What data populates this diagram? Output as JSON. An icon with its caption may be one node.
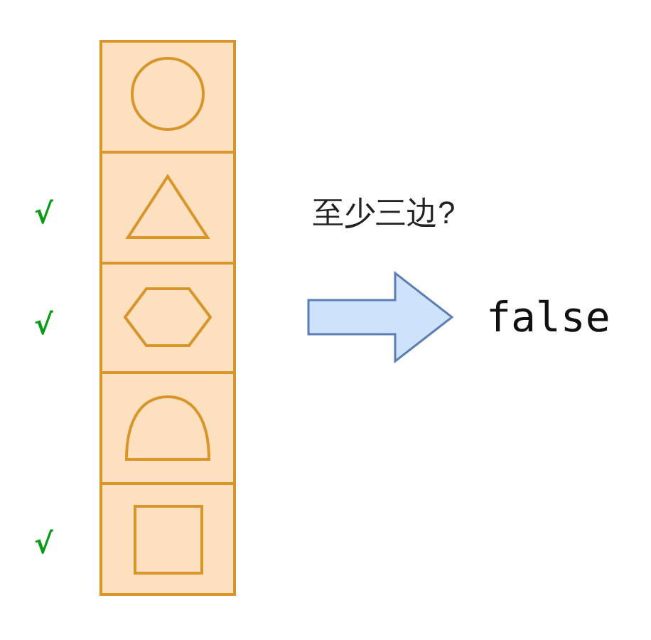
{
  "diagram": {
    "nodes": [
      {
        "text": [],
        "shape": "box"
      },
      {
        "text": [],
        "shape": "circle",
        "in": 0
      },
      {
        "text": [],
        "shape": "triangle",
        "in": 0,
        "beside": [
          "√"
        ]
      },
      {
        "text": [],
        "shape": "hexagon",
        "in": 0,
        "beside": [
          "√"
        ]
      },
      {
        "text": [],
        "shape": "arch",
        "in": 0
      },
      {
        "text": [],
        "shape": "square",
        "in": 0,
        "beside": [
          "√"
        ]
      },
      {
        "text": [
          "false"
        ]
      }
    ],
    "edges": [
      {
        "from": 0,
        "to": 6,
        "arrow": "to",
        "label": "至少三边?",
        "style": "thick"
      }
    ]
  }
}
